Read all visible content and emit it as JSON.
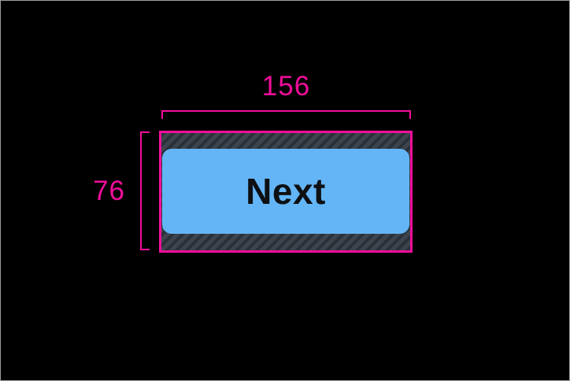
{
  "annotation": {
    "width_label": "156",
    "height_label": "76"
  },
  "button": {
    "label": "Next"
  },
  "colors": {
    "background": "#000000",
    "frame_border": "#9e9e9e",
    "measure_pink": "#f20d9b",
    "button_blue": "#64b5f6",
    "button_text": "#0e1013",
    "padding_slate": "#3d444e",
    "padding_stripe": "#2a3038"
  }
}
